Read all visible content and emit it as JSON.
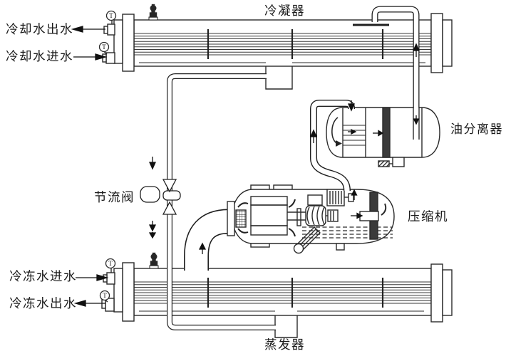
{
  "labels": {
    "condenser": "冷凝器",
    "evaporator": "蒸发器",
    "oil_separator": "油分离器",
    "compressor": "压缩机",
    "throttle_valve": "节流阀",
    "cooling_water_out": "冷却水出水",
    "cooling_water_in": "冷却水进水",
    "chilled_water_in": "冷冻水进水",
    "chilled_water_out": "冷冻水出水"
  },
  "gauges": {
    "temperature_symbol": "T"
  },
  "icons": {
    "temperature_gauge": "circle-with-T",
    "purge_valve": "small-dark-valve-glyph",
    "flow_arrow": "solid-triangle-arrow"
  },
  "colors": {
    "line": "#2a2a2a",
    "background": "#ffffff",
    "text": "#1b1b1b"
  }
}
